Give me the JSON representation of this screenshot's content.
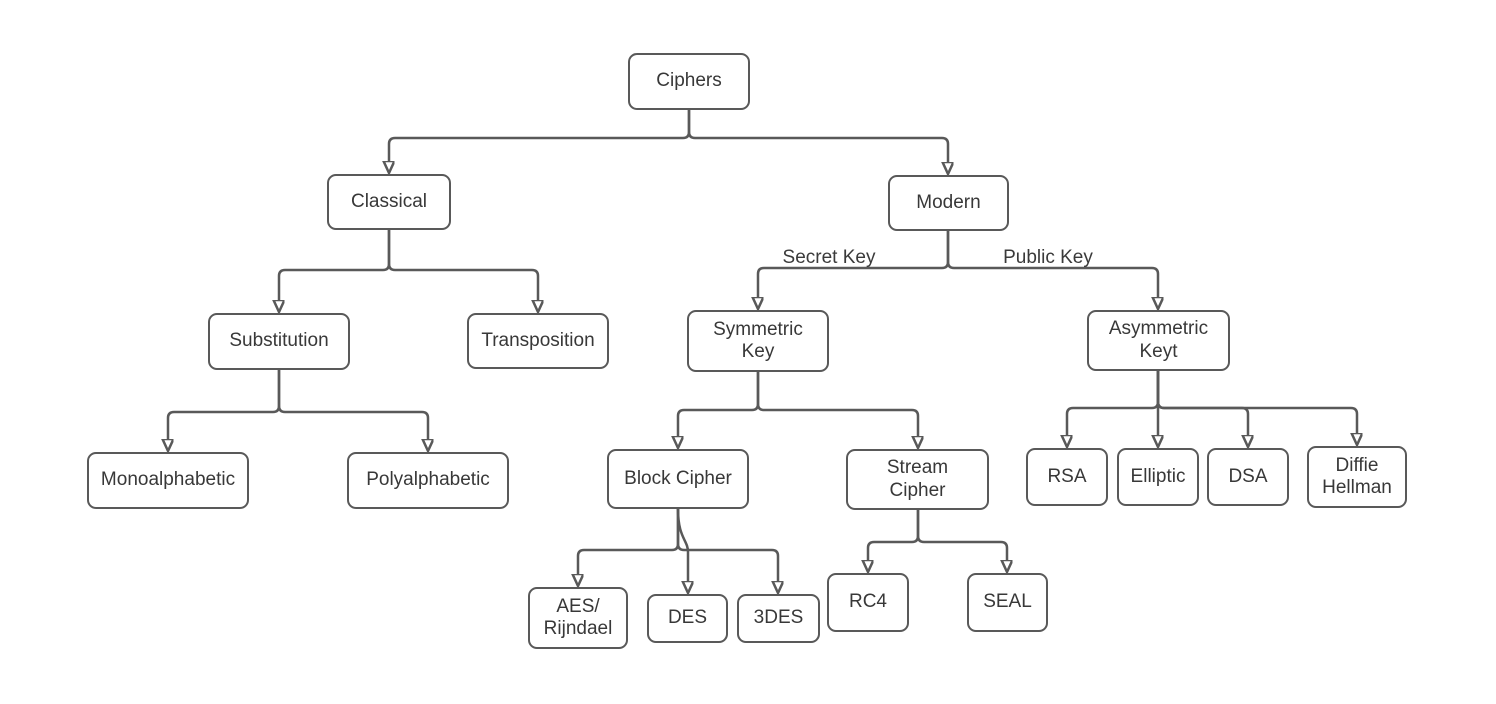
{
  "diagram": {
    "type": "tree",
    "colors": {
      "background": "#ffffff",
      "node_border": "#595959",
      "node_fill": "#ffffff",
      "node_text": "#383838",
      "connector": "#595959"
    },
    "nodes": {
      "ciphers": {
        "label": "Ciphers"
      },
      "classical": {
        "label": "Classical"
      },
      "modern": {
        "label": "Modern"
      },
      "substitution": {
        "label": "Substitution"
      },
      "transposition": {
        "label": "Transposition"
      },
      "symmetric_key": {
        "label": "Symmetric Key"
      },
      "asymmetric_key": {
        "label": "Asymmetric Keyt"
      },
      "monoalphabetic": {
        "label": "Monoalphabetic"
      },
      "polyalphabetic": {
        "label": "Polyalphabetic"
      },
      "block_cipher": {
        "label": "Block Cipher"
      },
      "stream_cipher": {
        "label": "Stream Cipher"
      },
      "rsa": {
        "label": "RSA"
      },
      "elliptic": {
        "label": "Elliptic"
      },
      "dsa": {
        "label": "DSA"
      },
      "diffie_hellman": {
        "label": "Diffie Hellman"
      },
      "aes_rijndael": {
        "label": "AES/ Rijndael"
      },
      "des": {
        "label": "DES"
      },
      "triple_des": {
        "label": "3DES"
      },
      "rc4": {
        "label": "RC4"
      },
      "seal": {
        "label": "SEAL"
      }
    },
    "edge_labels": {
      "secret_key": "Secret Key",
      "public_key": "Public Key"
    },
    "edges": [
      "Ciphers-Classical",
      "Ciphers-Modern",
      "Classical-Substitution",
      "Classical-Transposition",
      "Substitution-Monoalphabetic",
      "Substitution-Polyalphabetic",
      "Modern-Symmetric Key (Secret Key)",
      "Modern-Asymmetric Keyt (Public Key)",
      "Symmetric Key-Block Cipher",
      "Symmetric Key-Stream Cipher",
      "Block Cipher-AES/ Rijndael",
      "Block Cipher-DES",
      "Block Cipher-3DES",
      "Stream Cipher-RC4",
      "Stream Cipher-SEAL",
      "Asymmetric Keyt-RSA",
      "Asymmetric Keyt-Elliptic",
      "Asymmetric Keyt-DSA",
      "Asymmetric Keyt-Diffie Hellman"
    ]
  }
}
